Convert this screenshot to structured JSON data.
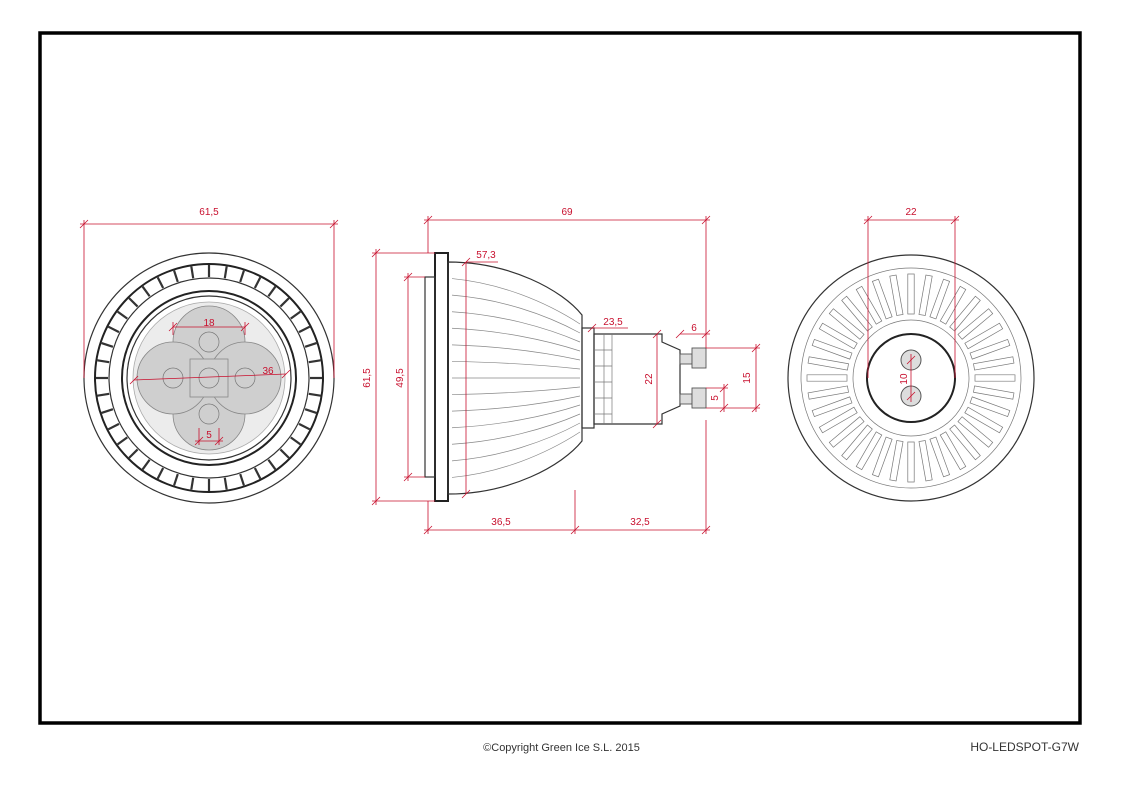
{
  "footer": {
    "copyright": "©Copyright Green Ice S.L. 2015",
    "model": "HO-LEDSPOT-G7W"
  },
  "front_view": {
    "outer_diameter": "61,5",
    "lens_spacing": "18",
    "lens_span": "36",
    "led_size": "5"
  },
  "side_view": {
    "length": "69",
    "reflector_diameter": "57,3",
    "neck_diameter": "23,5",
    "pin_length": "6",
    "overall_diameter": "61,5",
    "inner_diameter": "49,5",
    "base_diameter": "22",
    "pin_spacing": "15",
    "pin_diameter": "5",
    "front_section": "36,5",
    "rear_section": "32,5"
  },
  "back_view": {
    "base_diameter": "22",
    "pin_spacing": "10"
  }
}
